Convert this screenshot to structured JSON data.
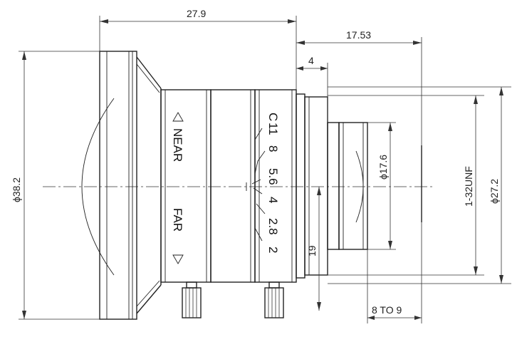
{
  "dimensions": {
    "total_length": "27.9",
    "flange_to_rear": "17.53",
    "mount_step": "4",
    "front_diameter": "ϕ38.2",
    "rear_element_diameter": "ϕ17.6",
    "mount_thread": "1-32UNF",
    "mount_diameter": "ϕ27.2",
    "back_focus_range": "8 TO 9",
    "small_dimension": "19"
  },
  "focus_ring": {
    "near_label": "NEAR",
    "far_label": "FAR"
  },
  "aperture_scale": [
    "C",
    "11",
    "8",
    "5.6",
    "4",
    "2.8",
    "2"
  ]
}
